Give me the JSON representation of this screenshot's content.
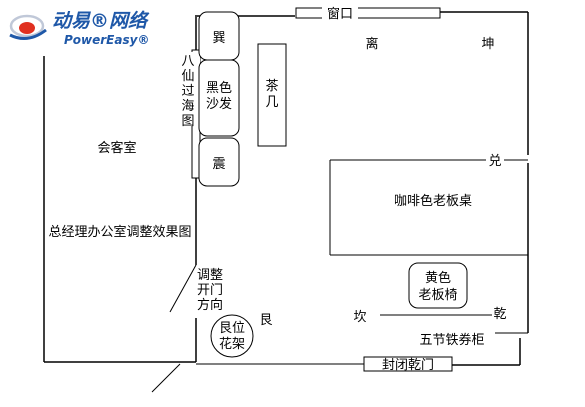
{
  "logo": {
    "name_cn": "动易®网络",
    "name_en": "PowerEasy®"
  },
  "labels": {
    "window": "窗口",
    "li": "离",
    "kun": "坤",
    "xun": "巽",
    "painting": [
      "八",
      "仙",
      "过",
      "海",
      "图"
    ],
    "sofa": [
      "黑色",
      "沙发"
    ],
    "tea_table": [
      "茶",
      "几"
    ],
    "zhen": "震",
    "reception": "会客室",
    "dui": "兑",
    "desk": "咖啡色老板桌",
    "overall_title": "总经理办公室调整效果图",
    "adjust_door": [
      "调整",
      "开门",
      "方向"
    ],
    "chair": [
      "黄色",
      "老板椅"
    ],
    "gen_rack": [
      "艮位",
      "花架"
    ],
    "gen": "艮",
    "kan": "坎",
    "qian": "乾",
    "cabinet": "五节铁券柜",
    "closed_door": "封闭乾门"
  }
}
